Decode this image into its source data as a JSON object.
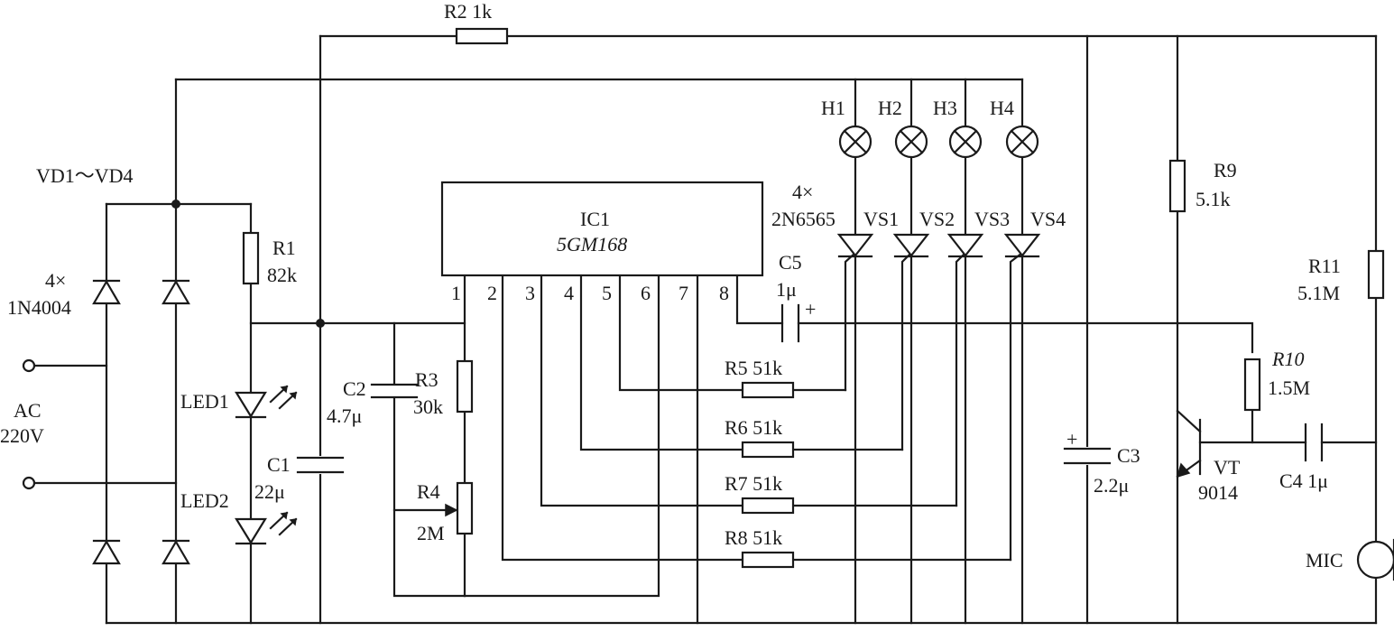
{
  "labels": {
    "R2": "R2  1k",
    "VD": "VD1～VD4",
    "VD_type1": "4×",
    "VD_type2": "1N4004",
    "R1": "R1",
    "R1_val": "82k",
    "AC": "AC",
    "AC_val": "220V",
    "LED1": "LED1",
    "LED2": "LED2",
    "C1": "C1",
    "C1_val": "22μ",
    "C2": "C2",
    "C2_val": "4.7μ",
    "R3": "R3",
    "R3_val": "30k",
    "R4": "R4",
    "R4_val": "2M",
    "IC1": "IC1",
    "IC1_type": "5GM168",
    "pins": [
      "1",
      "2",
      "3",
      "4",
      "5",
      "6",
      "7",
      "8"
    ],
    "H": [
      "H1",
      "H2",
      "H3",
      "H4"
    ],
    "VS_type1": "4×",
    "VS_type2": "2N6565",
    "VS": [
      "VS1",
      "VS2",
      "VS3",
      "VS4"
    ],
    "C5": "C5",
    "C5_val": "1μ",
    "plus": "+",
    "R5": "R5  51k",
    "R6": "R6  51k",
    "R7": "R7  51k",
    "R8": "R8  51k",
    "C3": "C3",
    "C3_val": "2.2μ",
    "R9": "R9",
    "R9_val": "5.1k",
    "R10": "R10",
    "R10_val": "1.5M",
    "R11": "R11",
    "R11_val": "5.1M",
    "VT": "VT",
    "VT_type": "9014",
    "C4": "C4  1μ",
    "MIC": "MIC"
  }
}
